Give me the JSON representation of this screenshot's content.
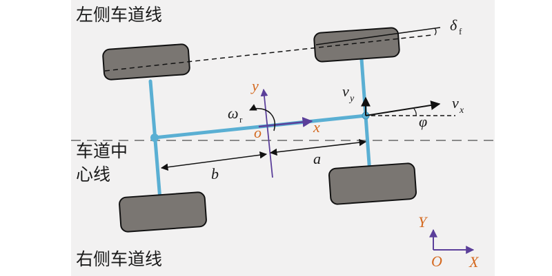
{
  "labels": {
    "left_lane": "左侧车道线",
    "center_line_1": "车道中",
    "center_line_2": "心线",
    "right_lane": "右侧车道线"
  },
  "symbols": {
    "delta": "δ",
    "delta_sub": "f",
    "vy": "v",
    "vy_sub": "y",
    "vx": "v",
    "vx_sub": "x",
    "phi": "φ",
    "omega": "ω",
    "omega_sub": "r",
    "o": "o",
    "x": "x",
    "y": "y",
    "a": "a",
    "b": "b",
    "Y": "Y",
    "O": "O",
    "X": "X"
  },
  "colors": {
    "background": "#f2f1f1",
    "axle": "#5aafd3",
    "wheel": "#7a7672",
    "local_axis": "#5b3f9a",
    "accent_text": "#d4691f"
  }
}
